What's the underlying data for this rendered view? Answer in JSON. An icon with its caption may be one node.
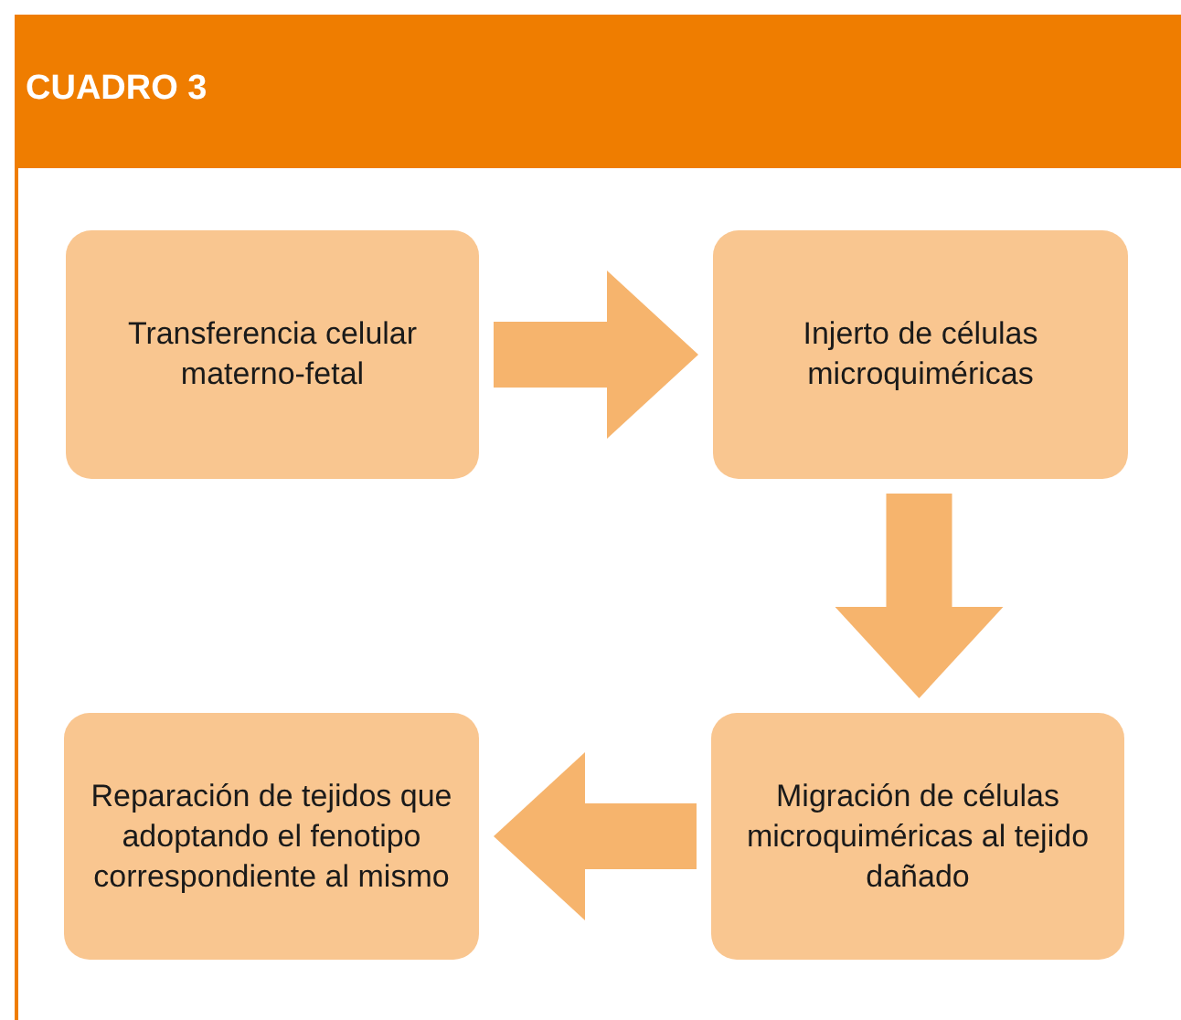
{
  "diagram": {
    "title": "CUADRO 3",
    "nodes": [
      {
        "text": [
          "Transferencia celular materno-fetal"
        ]
      },
      {
        "text": [
          "Injerto de células microquiméricas"
        ]
      },
      {
        "text": [
          "Migración de células microquiméricas al tejido dañado"
        ]
      },
      {
        "text": [
          "Reparación de tejidos que adoptando el fenotipo correspondiente al mismo"
        ]
      }
    ],
    "edges": [
      {
        "from": 0,
        "to": 1,
        "arrow": "to"
      },
      {
        "from": 1,
        "to": 2,
        "arrow": "to"
      },
      {
        "from": 2,
        "to": 3,
        "arrow": "to"
      }
    ]
  }
}
